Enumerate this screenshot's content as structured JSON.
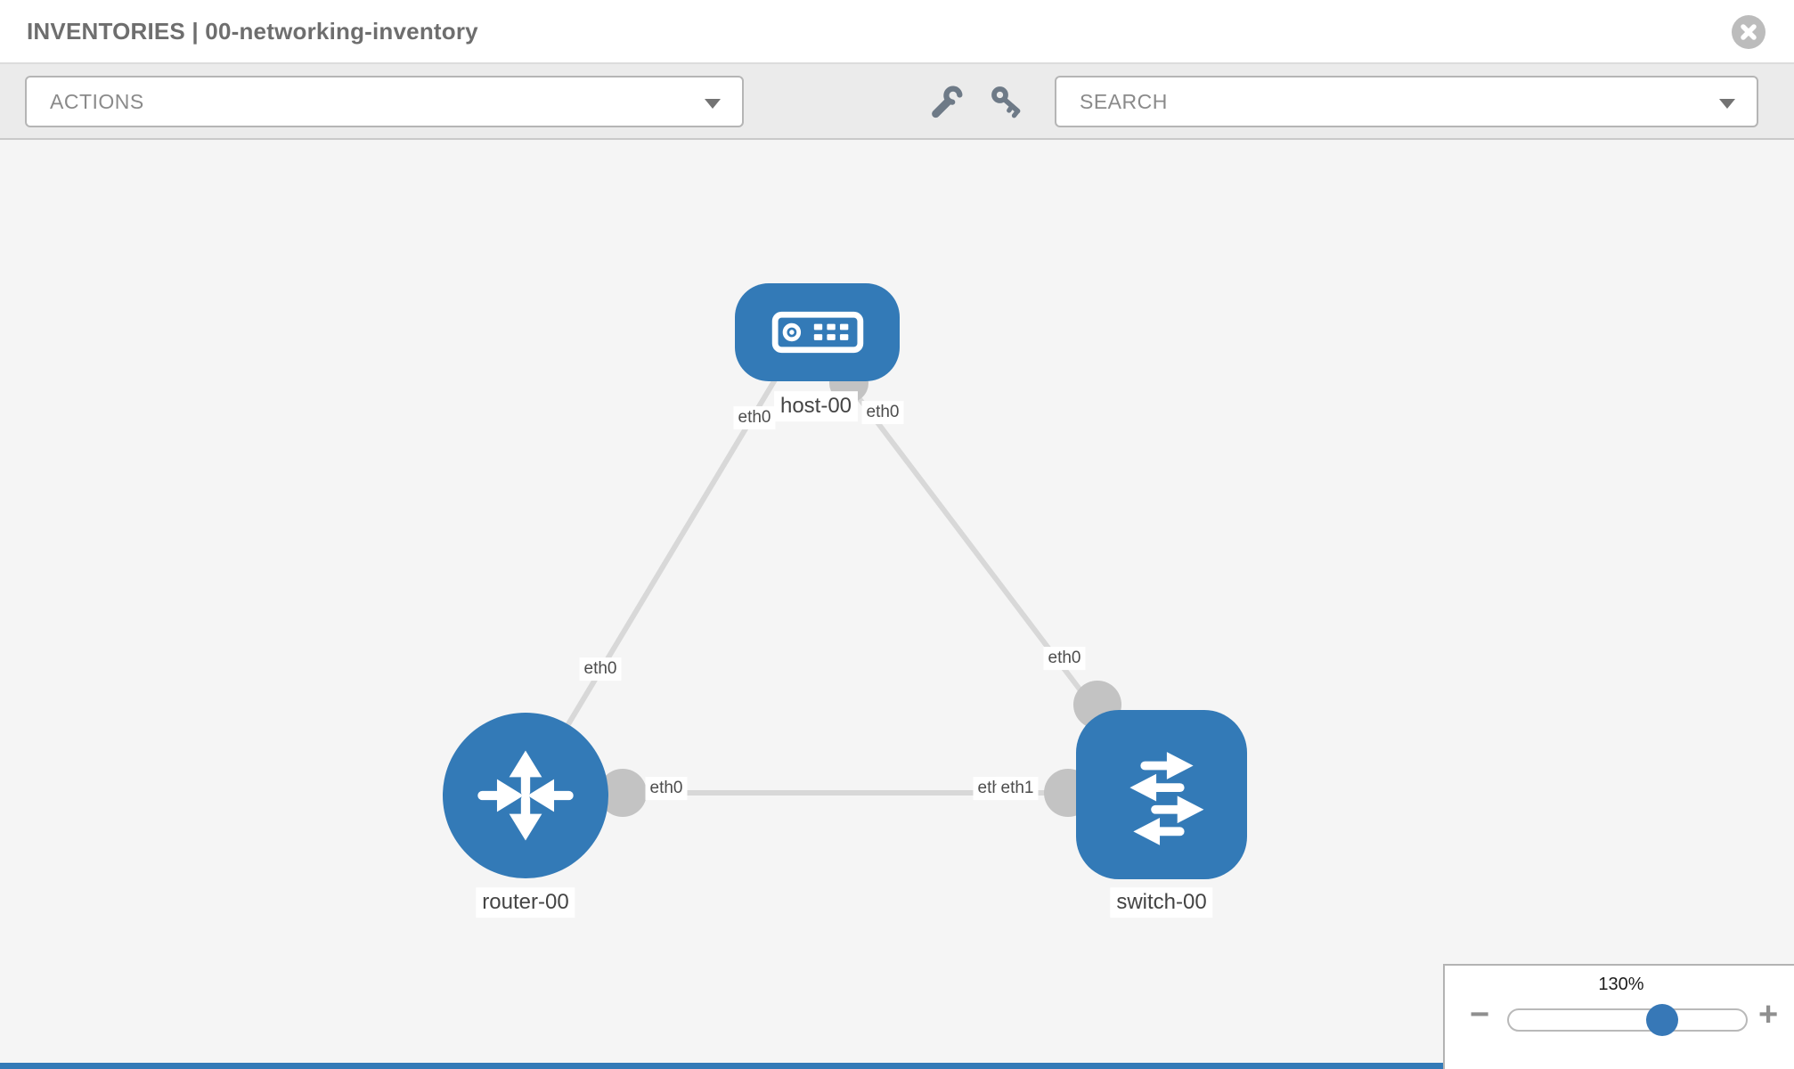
{
  "header": {
    "title": "INVENTORIES | 00-networking-inventory"
  },
  "toolbar": {
    "actions_label": "ACTIONS",
    "search_label": "SEARCH",
    "icons": [
      "wrench-icon",
      "key-icon"
    ]
  },
  "topology": {
    "nodes": [
      {
        "label": "host-00",
        "type": "host",
        "icon": "host-icon"
      },
      {
        "label": "router-00",
        "type": "router",
        "icon": "router-icon"
      },
      {
        "label": "switch-00",
        "type": "switch",
        "icon": "switch-icon"
      }
    ],
    "links": [
      {
        "from": "host-00",
        "to": "router-00",
        "from_if": "eth0",
        "to_if": "eth0"
      },
      {
        "from": "host-00",
        "to": "switch-00",
        "from_if": "eth0",
        "to_if": "eth0"
      },
      {
        "from": "router-00",
        "to": "switch-00",
        "from_if": "eth0",
        "to_if": "eth1"
      }
    ],
    "iface_labels": {
      "host_router_host": "eth0",
      "host_switch_host": "eth0",
      "host_router_router": "eth0",
      "host_switch_switch": "eth0",
      "router_switch_router": "eth0",
      "router_switch_switch_back": "eth0",
      "router_switch_switch_front": "eth1"
    }
  },
  "zoom_control": {
    "value": "130%",
    "minus_label": "−",
    "plus_label": "+"
  },
  "colors": {
    "node_blue": "#337ab7",
    "canvas_bg": "#f5f5f5",
    "toolbar_bg": "#ebebeb",
    "link_gray": "#d8d8d8",
    "interface_dot_gray": "#c3c3c3"
  }
}
